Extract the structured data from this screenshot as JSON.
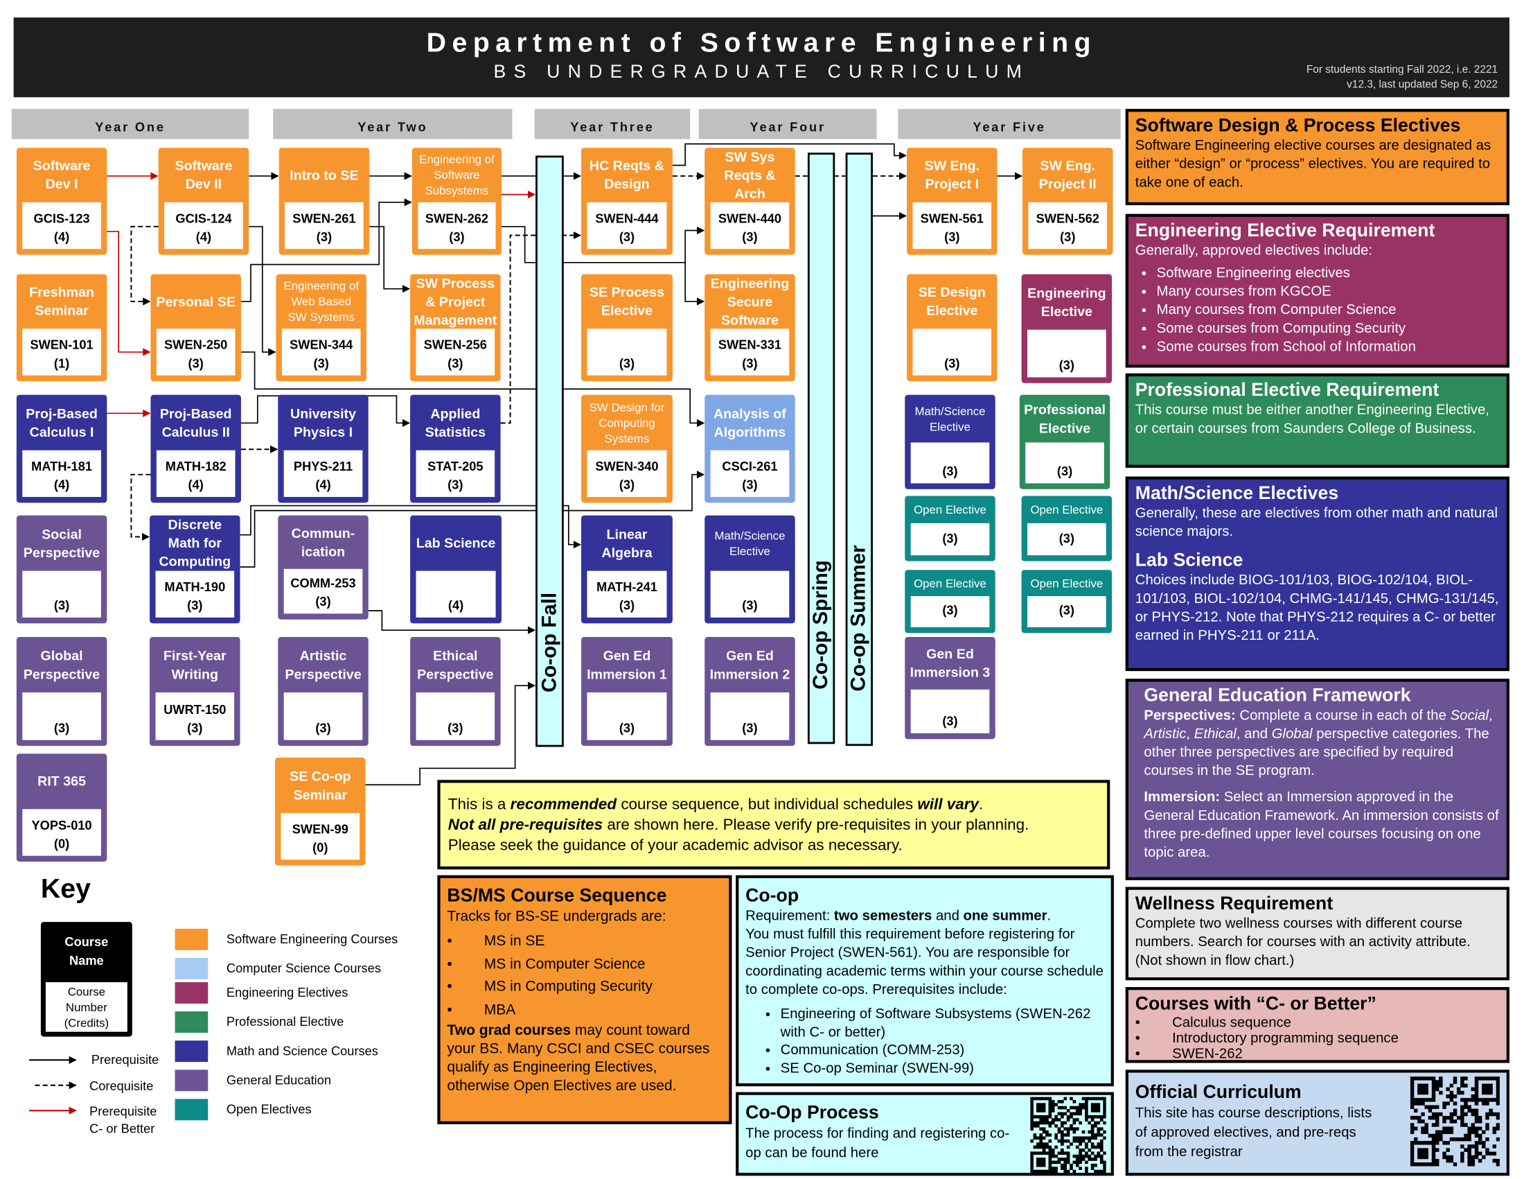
{
  "header": {
    "title": "Department of Software Engineering",
    "subtitle": "BS UNDERGRADUATE CURRICULUM",
    "note_line1": "For students starting Fall 2022, i.e. 2221",
    "note_line2": "v12.3, last updated Sep 6, 2022"
  },
  "years": [
    "Year One",
    "Year Two",
    "Year Three",
    "Year Four",
    "Year Five"
  ],
  "colors": {
    "se": "#f7962e",
    "cs": "#7fa7e6",
    "cs_key": "#a6ccf5",
    "eng": "#993366",
    "prof": "#2e8b5a",
    "math": "#333399",
    "gened": "#6b5394",
    "open": "#0e8a88",
    "coop": "#ccffff",
    "red_arrow": "#cc0000"
  },
  "courses": [
    {
      "name": "Software\nDev I",
      "number": "GCIS-123",
      "credits": "(4)",
      "cat": "se"
    },
    {
      "name": "Software\nDev II",
      "number": "GCIS-124",
      "credits": "(4)",
      "cat": "se"
    },
    {
      "name": "Intro to SE",
      "number": "SWEN-261",
      "credits": "(3)",
      "cat": "se"
    },
    {
      "name": "Engineering of\nSoftware\nSubsystems",
      "number": "SWEN-262",
      "credits": "(3)",
      "cat": "se",
      "small": true
    },
    {
      "name": "HC Reqts &\nDesign",
      "number": "SWEN-444",
      "credits": "(3)",
      "cat": "se"
    },
    {
      "name": "SW Sys\nReqts &\nArch",
      "number": "SWEN-440",
      "credits": "(3)",
      "cat": "se"
    },
    {
      "name": "SW Eng.\nProject I",
      "number": "SWEN-561",
      "credits": "(3)",
      "cat": "se"
    },
    {
      "name": "SW Eng.\nProject II",
      "number": "SWEN-562",
      "credits": "(3)",
      "cat": "se"
    },
    {
      "name": "Freshman\nSeminar",
      "number": "SWEN-101",
      "credits": "(1)",
      "cat": "se"
    },
    {
      "name": "Personal SE",
      "number": "SWEN-250",
      "credits": "(3)",
      "cat": "se"
    },
    {
      "name": "Engineering of\nWeb Based\nSW Systems",
      "number": "SWEN-344",
      "credits": "(3)",
      "cat": "se",
      "small": true
    },
    {
      "name": "SW Process\n& Project\nManagement",
      "number": "SWEN-256",
      "credits": "(3)",
      "cat": "se"
    },
    {
      "name": "SE Process\nElective",
      "number": "",
      "credits": "(3)",
      "cat": "se"
    },
    {
      "name": "Engineering\nSecure\nSoftware",
      "number": "SWEN-331",
      "credits": "(3)",
      "cat": "se"
    },
    {
      "name": "SE Design\nElective",
      "number": "",
      "credits": "(3)",
      "cat": "se"
    },
    {
      "name": "Engineering\nElective",
      "number": "",
      "credits": "(3)",
      "cat": "eng"
    },
    {
      "name": "Proj-Based\nCalculus  I",
      "number": "MATH-181",
      "credits": "(4)",
      "cat": "math"
    },
    {
      "name": "Proj-Based\nCalculus  II",
      "number": "MATH-182",
      "credits": "(4)",
      "cat": "math"
    },
    {
      "name": "University\nPhysics I",
      "number": "PHYS-211",
      "credits": "(4)",
      "cat": "math"
    },
    {
      "name": "Applied\nStatistics",
      "number": "STAT-205",
      "credits": "(3)",
      "cat": "math"
    },
    {
      "name": "SW Design for\nComputing\nSystems",
      "number": "SWEN-340",
      "credits": "(3)",
      "cat": "se",
      "small": true
    },
    {
      "name": "Analysis of\nAlgorithms",
      "number": "CSCI-261",
      "credits": "(3)",
      "cat": "cs"
    },
    {
      "name": "Math/Science\nElective",
      "number": "",
      "credits": "(3)",
      "cat": "math",
      "small": true
    },
    {
      "name": "Professional\nElective",
      "number": "",
      "credits": "(3)",
      "cat": "prof"
    },
    {
      "name": "Social\nPerspective",
      "number": "",
      "credits": "(3)",
      "cat": "gened"
    },
    {
      "name": "Discrete\nMath for\nComputing",
      "number": "MATH-190",
      "credits": "(3)",
      "cat": "math"
    },
    {
      "name": "Commun-\nication",
      "number": "COMM-253",
      "credits": "(3)",
      "cat": "gened"
    },
    {
      "name": "Lab Science",
      "number": "",
      "credits": "(4)",
      "cat": "math"
    },
    {
      "name": "Linear\nAlgebra",
      "number": "MATH-241",
      "credits": "(3)",
      "cat": "math"
    },
    {
      "name": "Math/Science\nElective",
      "number": "",
      "credits": "(3)",
      "cat": "math",
      "small": true
    },
    {
      "name": "Open Elective",
      "number": "",
      "credits": "(3)",
      "cat": "open",
      "small": true
    },
    {
      "name": "Open Elective",
      "number": "",
      "credits": "(3)",
      "cat": "open",
      "small": true
    },
    {
      "name": "Open Elective",
      "number": "",
      "credits": "(3)",
      "cat": "open",
      "small": true
    },
    {
      "name": "Open Elective",
      "number": "",
      "credits": "(3)",
      "cat": "open",
      "small": true
    },
    {
      "name": "Global\nPerspective",
      "number": "",
      "credits": "(3)",
      "cat": "gened"
    },
    {
      "name": "First-Year\nWriting",
      "number": "UWRT-150",
      "credits": "(3)",
      "cat": "gened"
    },
    {
      "name": "Artistic\nPerspective",
      "number": "",
      "credits": "(3)",
      "cat": "gened"
    },
    {
      "name": "Ethical\nPerspective",
      "number": "",
      "credits": "(3)",
      "cat": "gened"
    },
    {
      "name": "Gen Ed\nImmersion 1",
      "number": "",
      "credits": "(3)",
      "cat": "gened"
    },
    {
      "name": "Gen Ed\nImmersion 2",
      "number": "",
      "credits": "(3)",
      "cat": "gened"
    },
    {
      "name": "Gen Ed\nImmersion 3",
      "number": "",
      "credits": "(3)",
      "cat": "gened"
    },
    {
      "name": "RIT 365",
      "number": "YOPS-010",
      "credits": "(0)",
      "cat": "gened"
    },
    {
      "name": "SE Co-op\nSeminar",
      "number": "SWEN-99",
      "credits": "(0)",
      "cat": "se"
    }
  ],
  "coop_bars": [
    "Co-op Fall",
    "Co-op Spring",
    "Co-op Summer"
  ],
  "panels": {
    "sdp": {
      "title": "Software Design & Process Electives",
      "body": "Software Engineering elective courses are designated as either “design” or “process” electives. You are required to take one of each."
    },
    "eng": {
      "title": "Engineering Elective Requirement",
      "intro": "Generally, approved electives include:",
      "items": [
        "Software Engineering electives",
        "Many courses from KGCOE",
        "Many courses from Computer Science",
        "Some courses from Computing Security",
        "Some courses from School of Information"
      ]
    },
    "prof": {
      "title": "Professional Elective Requirement",
      "body": "This course must be either another Engineering Elective, or certain courses from Saunders College of Business."
    },
    "math": {
      "title": "Math/Science Electives",
      "body": "Generally, these are electives from other math and natural science majors.",
      "lab_title": "Lab Science",
      "lab_body": "Choices include BIOG-101/103, BIOG-102/104, BIOL-101/103, BIOL-102/104, CHMG-141/145, CHMG-131/145, or PHYS-212. Note that PHYS-212 requires a C- or better earned in PHYS-211 or 211A."
    },
    "gened": {
      "title": "General Education Framework",
      "persp_label": "Perspectives:",
      "persp_a": " Complete a course in each of the ",
      "social": "Social",
      "artistic": "Artistic",
      "ethical": "Ethical",
      "and": ", and ",
      "global": "Global",
      "persp_b": " perspective categories. The other three perspectives are specified by required courses in the SE program.",
      "imm_label": "Immersion:",
      "imm_body": " Select an Immersion approved in the General Education Framework. An immersion consists of three pre-defined upper level courses focusing on one topic area."
    },
    "wellness": {
      "title": "Wellness Requirement",
      "body": "Complete two wellness courses with different course numbers. Search for courses with an activity attribute. (Not shown in flow chart.)"
    },
    "cminus": {
      "title": "Courses with “C- or Better”",
      "items": [
        "Calculus sequence",
        "Introductory programming sequence",
        "SWEN-262"
      ]
    },
    "official": {
      "title": "Official Curriculum",
      "body": "This site has course descriptions, lists of approved electives, and pre-reqs from the registrar"
    }
  },
  "notice": {
    "l1a": "This is a ",
    "l1b": "recommended",
    "l1c": " course sequence, but individual schedules ",
    "l1d": "will vary",
    "l1e": ".",
    "l2a": "Not all pre-requisites",
    "l2b": " are shown here. Please verify pre-requisites in your planning.",
    "l3": "Please seek the guidance of your academic advisor as necessary."
  },
  "bsms": {
    "title": "BS/MS Course Sequence",
    "intro": "Tracks for BS-SE undergrads are:",
    "items": [
      "MS in SE",
      "MS in Computer Science",
      "MS in Computing Security",
      "MBA"
    ],
    "bold": "Two grad courses",
    "body": " may count toward your BS. Many CSCI and CSEC courses qualify as Engineering Electives, otherwise Open Electives are used."
  },
  "coop": {
    "title": "Co-op",
    "req_a": "Requirement: ",
    "req_b": "two semesters",
    "req_c": " and ",
    "req_d": "one summer",
    "req_e": ".",
    "body": "You must fulfill this requirement before registering for Senior Project (SWEN-561). You are responsible for coordinating academic terms within your course schedule to complete co-ops. Prerequisites include:",
    "items": [
      "Engineering of Software Subsystems (SWEN-262 with C- or better)",
      "Communication (COMM-253)",
      "SE Co-op Seminar (SWEN-99)"
    ]
  },
  "coop_process": {
    "title": "Co-Op Process",
    "body": "The process for finding and registering co-op can be found here"
  },
  "key": {
    "title": "Key",
    "sample_name": "Course\nName",
    "sample_number": "Course\nNumber\n(Credits)",
    "arrows": [
      "Prerequisite",
      "Corequisite",
      "Prerequisite\nC- or Better"
    ],
    "categories": [
      {
        "label": "Software Engineering Courses",
        "cat": "se"
      },
      {
        "label": "Computer Science Courses",
        "cat": "cs_key"
      },
      {
        "label": "Engineering Electives",
        "cat": "eng"
      },
      {
        "label": "Professional Elective",
        "cat": "prof"
      },
      {
        "label": "Math and Science Courses",
        "cat": "math"
      },
      {
        "label": "General Education",
        "cat": "gened"
      },
      {
        "label": "Open Electives",
        "cat": "open"
      }
    ]
  }
}
